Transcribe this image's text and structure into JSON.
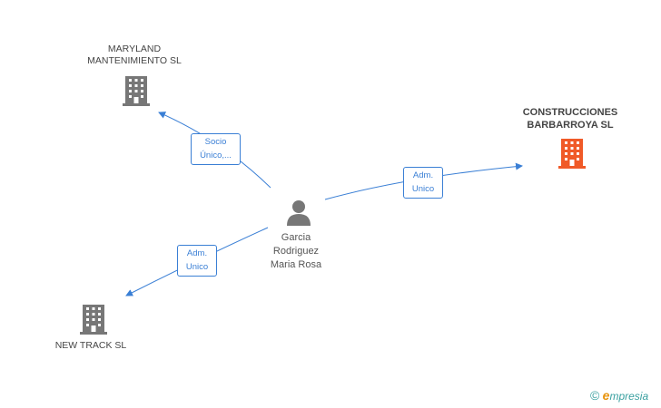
{
  "nodes": {
    "maryland": {
      "name_line1": "MARYLAND",
      "name_line2": "MANTENIMIENTO SL",
      "icon": "building-icon",
      "color": "#777777"
    },
    "construcciones": {
      "name_line1": "CONSTRUCCIONES",
      "name_line2": "BARBARROYA SL",
      "icon": "building-icon",
      "color": "#f05a28"
    },
    "newtrack": {
      "name": "NEW TRACK SL",
      "icon": "building-icon",
      "color": "#777777"
    },
    "person": {
      "line1": "Garcia",
      "line2": "Rodriguez",
      "line3": "Maria Rosa",
      "icon": "person-icon",
      "color": "#777777"
    }
  },
  "edges": {
    "to_maryland": {
      "line1": "Socio",
      "line2": "Único,..."
    },
    "to_construcciones": {
      "line1": "Adm.",
      "line2": "Unico"
    },
    "to_newtrack": {
      "line1": "Adm.",
      "line2": "Unico"
    }
  },
  "colors": {
    "edge": "#3a7fd5"
  },
  "watermark": {
    "symbol": "©",
    "e": "e",
    "rest": "mpresia"
  }
}
